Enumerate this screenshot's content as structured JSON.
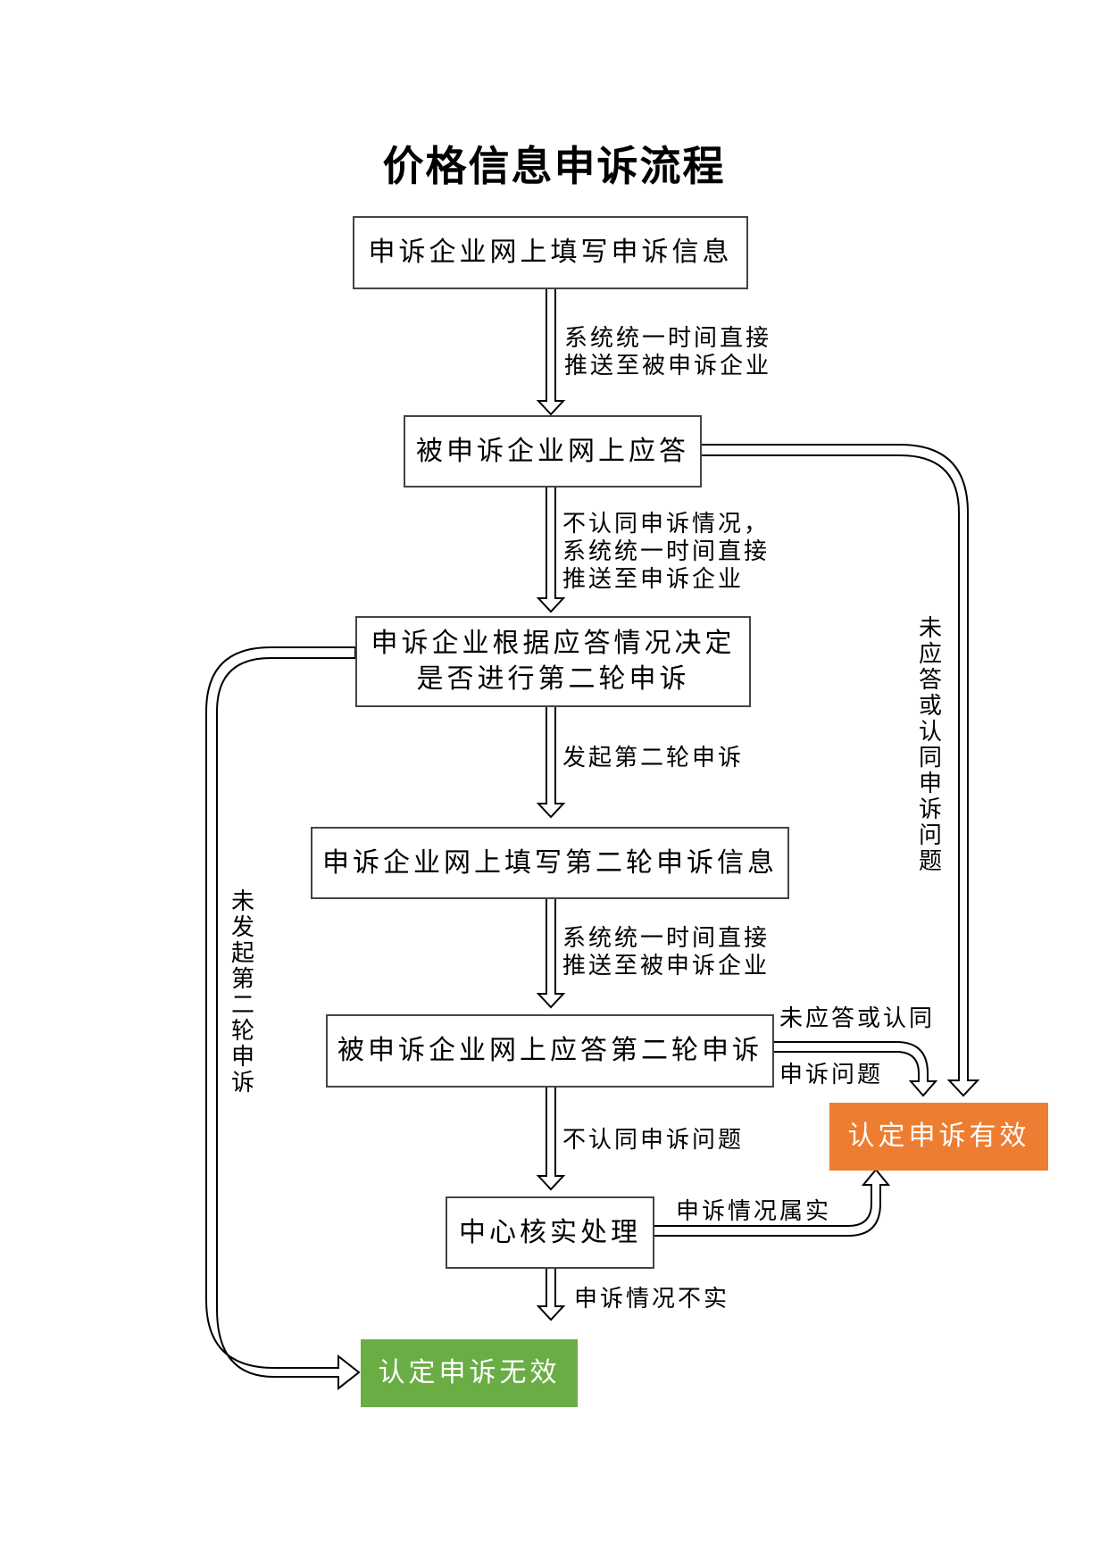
{
  "title": "价格信息申诉流程",
  "colors": {
    "valid": "#ed7d31",
    "invalid": "#6aad45",
    "border": "#444444"
  },
  "nodes": {
    "fill_info": "申诉企业网上填写申诉信息",
    "respondent_reply": "被申诉企业网上应答",
    "decide_second": "申诉企业根据应答情况决定\n是否进行第二轮申诉",
    "fill_second": "申诉企业网上填写第二轮申诉信息",
    "reply_second": "被申诉企业网上应答第二轮申诉",
    "center_verify": "中心核实处理",
    "valid": "认定申诉有效",
    "invalid": "认定申诉无效"
  },
  "edges": {
    "push_to_respondent_1": "系统统一时间直接\n推送至被申诉企业",
    "disagree_push": "不认同申诉情况，\n系统统一时间直接\n推送至申诉企业",
    "start_second": "发起第二轮申诉",
    "push_to_respondent_2": "系统统一时间直接\n推送至被申诉企业",
    "no_reply_or_agree_second_top": "未应答或认同",
    "no_reply_or_agree_second_bottom": "申诉问题",
    "disagree_issue": "不认同申诉问题",
    "fact_true": "申诉情况属实",
    "fact_false": "申诉情况不实",
    "no_reply_or_agree_vertical": "未应答或认同申诉问题",
    "no_second_round_vertical": "未发起第二轮申诉"
  }
}
